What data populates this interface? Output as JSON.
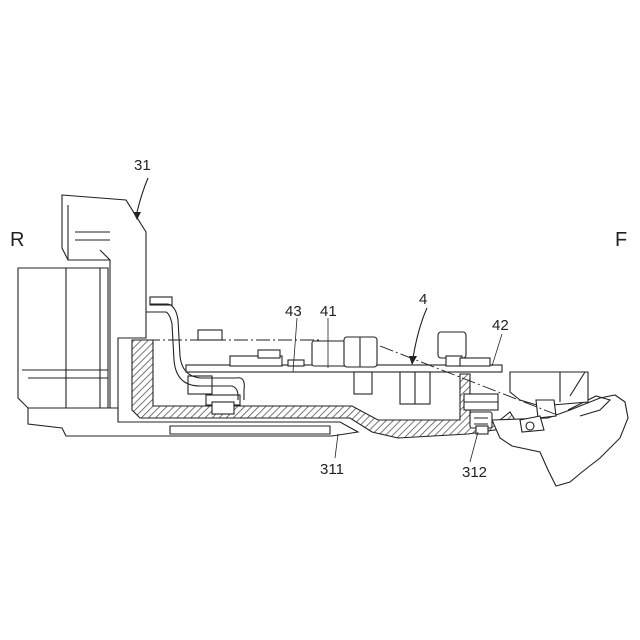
{
  "labels": {
    "rear": "R",
    "front": "F"
  },
  "reference_numerals": {
    "n31": "31",
    "n4": "4",
    "n43": "43",
    "n41": "41",
    "n42": "42",
    "n311": "311",
    "n312": "312"
  },
  "colors": {
    "line": "#222222",
    "hatch": "#555555",
    "background": "#ffffff"
  }
}
